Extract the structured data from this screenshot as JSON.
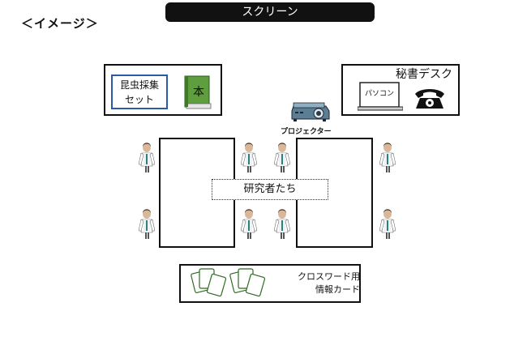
{
  "screen": {
    "label": "スクリーン"
  },
  "image_label": "＜イメージ＞",
  "insect_kit": {
    "label": "昆虫採集\nセット",
    "book_label": "本"
  },
  "secretary_desk": {
    "title": "秘書デスク",
    "pc_label": "パソコン",
    "phone_icon": "telephone-icon"
  },
  "projector": {
    "label": "プロジェクター",
    "icon": "projector-icon"
  },
  "researchers": {
    "label": "研究者たち",
    "icon": "person-icon"
  },
  "cards": {
    "label": "クロスワード用\n情報カード",
    "icon": "card-icon"
  },
  "colors": {
    "book_green": "#5e9e3e",
    "card_border": "#2e6b22",
    "kit_border": "#2a5aa8",
    "ink": "#111111"
  }
}
